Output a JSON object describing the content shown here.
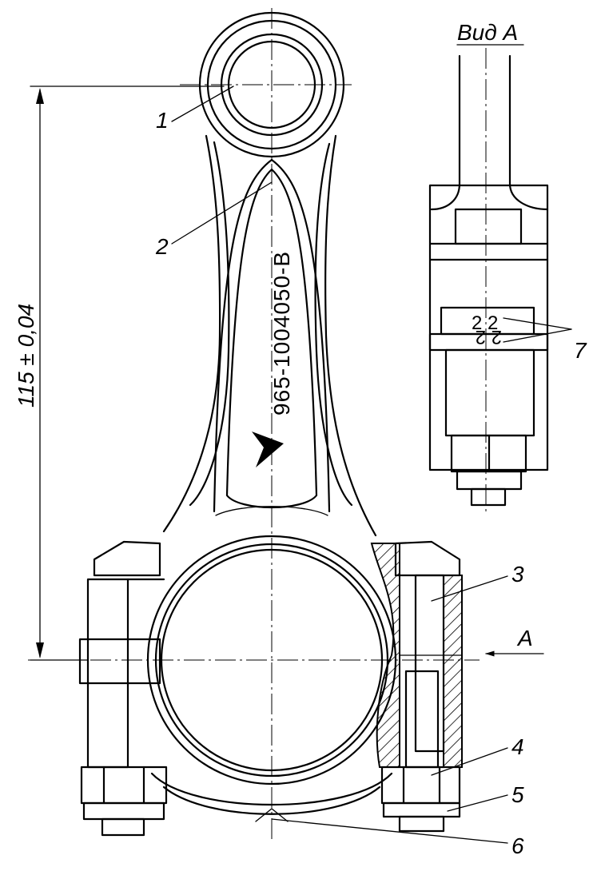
{
  "labels": {
    "view_title": "Вид А",
    "view_arrow": "А",
    "dimension": "115 ± 0,04",
    "part_number": "965-1004050-В",
    "mark_upper": "2 2",
    "mark_lower": "2 2"
  },
  "callouts": [
    "1",
    "2",
    "3",
    "4",
    "5",
    "6",
    "7"
  ]
}
